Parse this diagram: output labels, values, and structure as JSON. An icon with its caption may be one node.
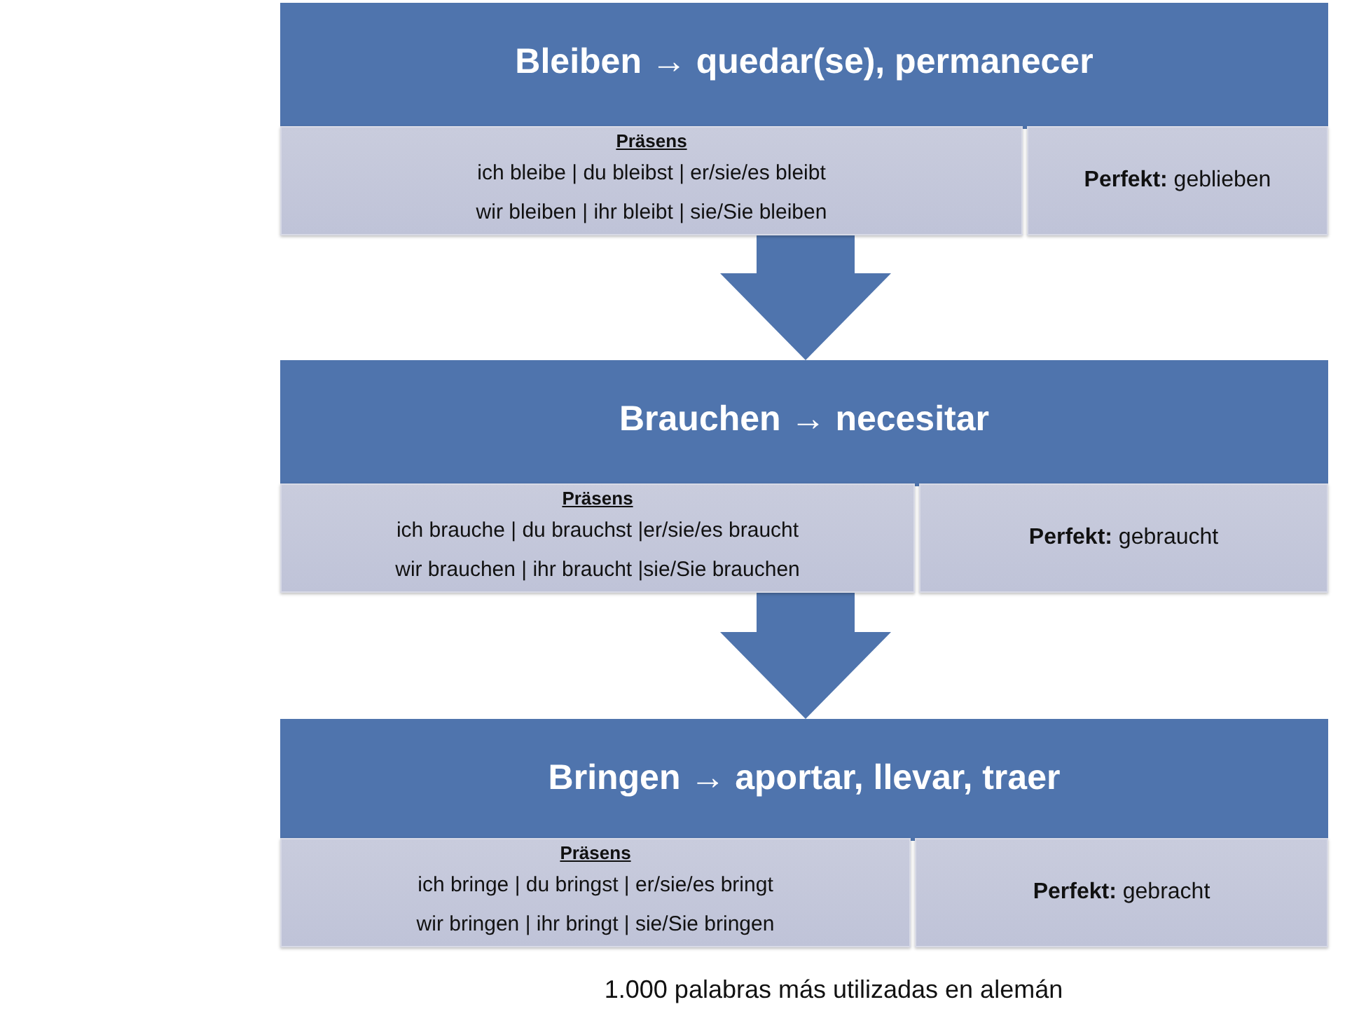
{
  "diagram": {
    "caption": "1.000 palabras más utilizadas en alemán",
    "nodes": [
      {
        "text": [
          "Bleiben → quedar(se), permanecer"
        ]
      },
      {
        "text": [
          "Präsens",
          "ich bleibe | du bleibst | er/sie/es bleibt",
          "wir bleiben | ihr bleibt | sie/Sie bleiben"
        ]
      },
      {
        "text": [
          "**Perfekt:** geblieben"
        ]
      },
      {
        "text": [
          "Brauchen → necesitar"
        ]
      },
      {
        "text": [
          "Präsens",
          "ich brauche | du brauchst |er/sie/es braucht",
          "wir brauchen | ihr braucht |sie/Sie brauchen"
        ]
      },
      {
        "text": [
          "**Perfekt:** gebraucht"
        ]
      },
      {
        "text": [
          "Bringen → aportar, llevar, traer"
        ]
      },
      {
        "text": [
          "Präsens",
          "ich bringe | du bringst | er/sie/es bringt",
          "wir bringen | ihr bringt | sie/Sie bringen"
        ]
      },
      {
        "text": [
          "**Perfekt:** gebracht"
        ]
      }
    ],
    "edges": [
      {
        "from": 1,
        "to": 3,
        "arrow": "to"
      },
      {
        "from": 4,
        "to": 6,
        "arrow": "to"
      }
    ]
  }
}
